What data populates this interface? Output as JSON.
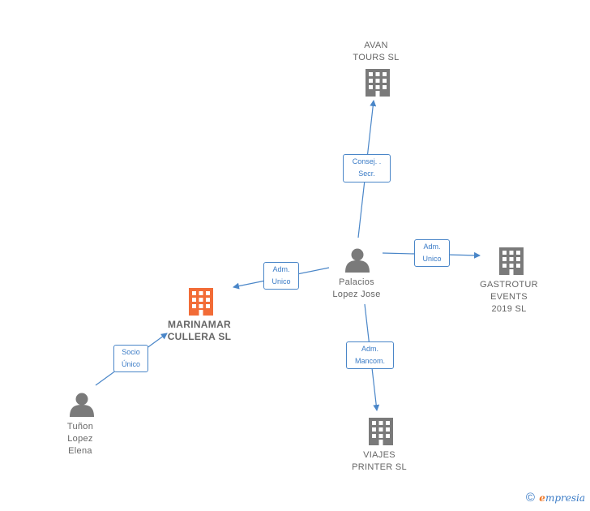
{
  "colors": {
    "edge": "#4a86c8",
    "person": "#7a7a7a",
    "company": "#7a7a7a",
    "focus_company": "#f26c37"
  },
  "nodes": {
    "avan": {
      "lines": [
        "AVAN",
        "TOURS SL"
      ],
      "icon": "building-icon"
    },
    "gastrotur": {
      "lines": [
        "GASTROTUR",
        "EVENTS",
        "2019  SL"
      ],
      "icon": "building-icon"
    },
    "palacios": {
      "lines": [
        "Palacios",
        "Lopez Jose"
      ],
      "icon": "person-icon"
    },
    "marinamar": {
      "lines": [
        "MARINAMAR",
        "CULLERA  SL"
      ],
      "icon": "building-icon"
    },
    "tunon": {
      "lines": [
        "Tuñon",
        "Lopez",
        "Elena"
      ],
      "icon": "person-icon"
    },
    "viajes": {
      "lines": [
        "VIAJES",
        "PRINTER SL"
      ],
      "icon": "building-icon"
    }
  },
  "edges": {
    "to_avan": {
      "lines": [
        "Consej. .",
        "Secr."
      ]
    },
    "to_gastrotur": {
      "lines": [
        "Adm.",
        "Unico"
      ]
    },
    "to_marinamar": {
      "lines": [
        "Adm.",
        "Unico"
      ]
    },
    "tunon_to_marinamar": {
      "lines": [
        "Socio",
        "Único"
      ]
    },
    "to_viajes": {
      "lines": [
        "Adm.",
        "Mancom."
      ]
    }
  },
  "footer": {
    "copyright": "©",
    "brand_e": "e",
    "brand_rest": "mpresia"
  }
}
